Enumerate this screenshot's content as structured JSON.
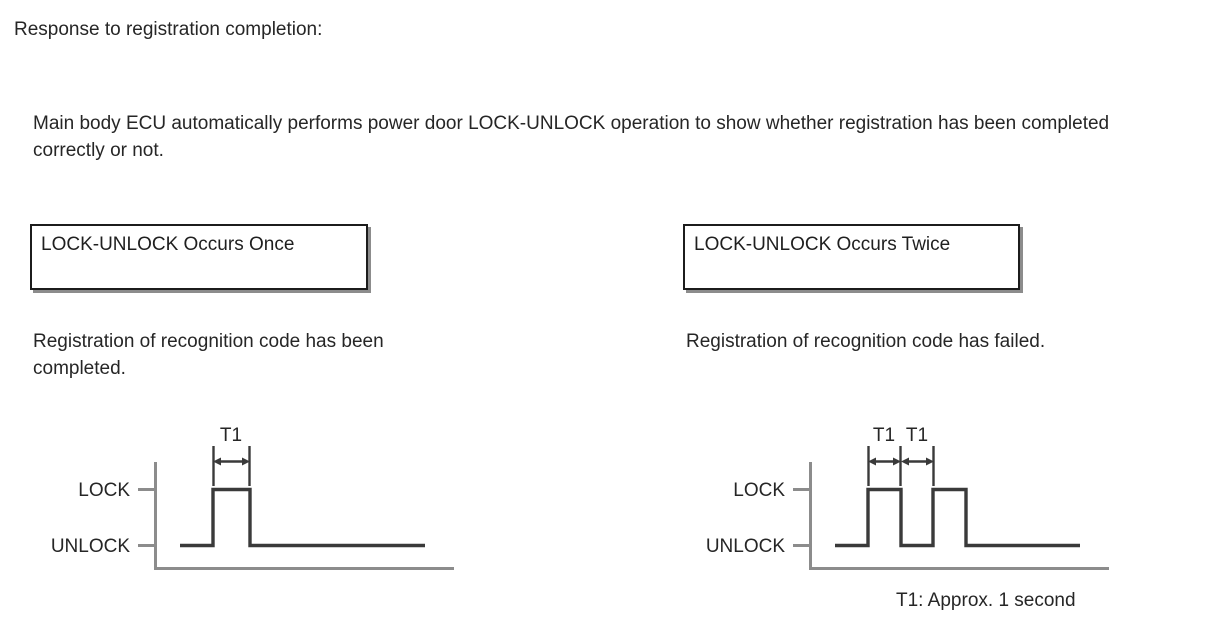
{
  "document": {
    "heading": "Response to registration completion:",
    "intro": "Main body ECU automatically performs power door LOCK-UNLOCK operation to show whether registration has been completed correctly or not.",
    "t1_caption": "T1: Approx. 1 second"
  },
  "panels": [
    {
      "id": "lock-unlock-once",
      "title": "LOCK-UNLOCK Occurs Once",
      "description": "Registration of recognition code has been completed.",
      "diagram": {
        "axis_labels": [
          "LOCK",
          "UNLOCK"
        ],
        "dimension_labels": [
          "T1"
        ],
        "pulse_count": 1
      }
    },
    {
      "id": "lock-unlock-twice",
      "title": "LOCK-UNLOCK Occurs Twice",
      "description": "Registration of recognition code has failed.",
      "diagram": {
        "axis_labels": [
          "LOCK",
          "UNLOCK"
        ],
        "dimension_labels": [
          "T1",
          "T1"
        ],
        "pulse_count": 2
      }
    }
  ],
  "chart_data": {
    "type": "line",
    "title": "Power door LOCK-UNLOCK timing waveforms",
    "xlabel": "",
    "ylabel": "",
    "ylim": [
      0,
      1
    ],
    "y_tick_labels": [
      "UNLOCK",
      "LOCK"
    ],
    "grid": false,
    "legend": null,
    "annotations": [
      "T1",
      "T1: Approx. 1 second"
    ],
    "series": [
      {
        "name": "LOCK-UNLOCK Occurs Once",
        "x": [
          0,
          1.2,
          1.2,
          2.2,
          2.2,
          6.0
        ],
        "values": [
          0,
          0,
          1,
          1,
          0,
          0
        ]
      },
      {
        "name": "LOCK-UNLOCK Occurs Twice",
        "x": [
          0,
          1.2,
          1.2,
          2.2,
          2.2,
          3.2,
          3.2,
          4.2,
          4.2,
          6.0
        ],
        "values": [
          0,
          0,
          1,
          1,
          0,
          0,
          1,
          1,
          0,
          0
        ]
      }
    ]
  },
  "colors": {
    "ink": "#1a1a1a",
    "waveform": "#3a3a3a",
    "axis": "#8c8c8c",
    "box_border": "#1c1c1c",
    "box_shadow": "#8c8c8c",
    "background": "#ffffff"
  }
}
